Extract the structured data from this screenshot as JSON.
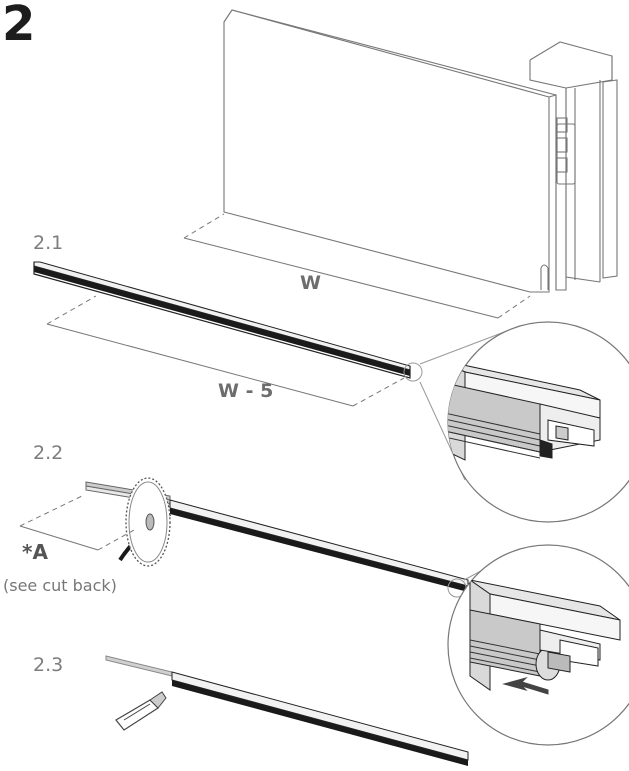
{
  "step": {
    "number": "2"
  },
  "substeps": [
    {
      "label": "2.1"
    },
    {
      "label": "2.2"
    },
    {
      "label": "2.3"
    }
  ],
  "dimensions": {
    "width_label": "W",
    "reduced_label": "W - 5"
  },
  "notes": {
    "a_label": "*A",
    "cut_back": "(see cut back)"
  },
  "colors": {
    "line": "#555555",
    "bar_dark": "#1a1a1a",
    "bar_light": "#eeeeee",
    "saw": "#888888",
    "arrow": "#444444"
  }
}
